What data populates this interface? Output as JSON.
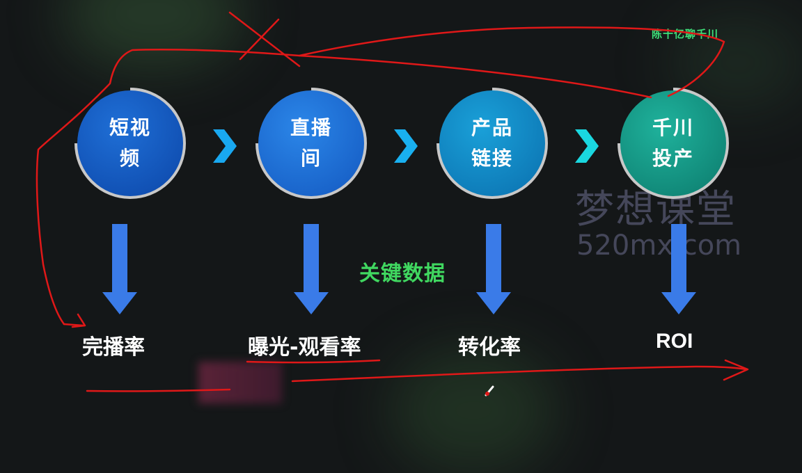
{
  "brand": "陈十亿聊千川",
  "stages": [
    {
      "line1": "短视",
      "line2": "频",
      "color": "#0c46a8"
    },
    {
      "line1": "直播",
      "line2": "间",
      "color": "#1358c0"
    },
    {
      "line1": "产品",
      "line2": "链接",
      "color": "#0a6fae"
    },
    {
      "line1": "千川",
      "line2": "投产",
      "color": "#0c7a6c"
    }
  ],
  "key_data_label": "关键数据",
  "metrics": [
    "完播率",
    "曝光-观看率",
    "转化率",
    "ROI"
  ],
  "watermark": {
    "title": "梦想课堂",
    "url": "520mx.com"
  },
  "colors": {
    "chevron": "#19a8f0",
    "down_arrow": "#3a7be8",
    "ring": "#c8c8c8",
    "annotation": "#e01818",
    "key_data": "#40d860"
  }
}
